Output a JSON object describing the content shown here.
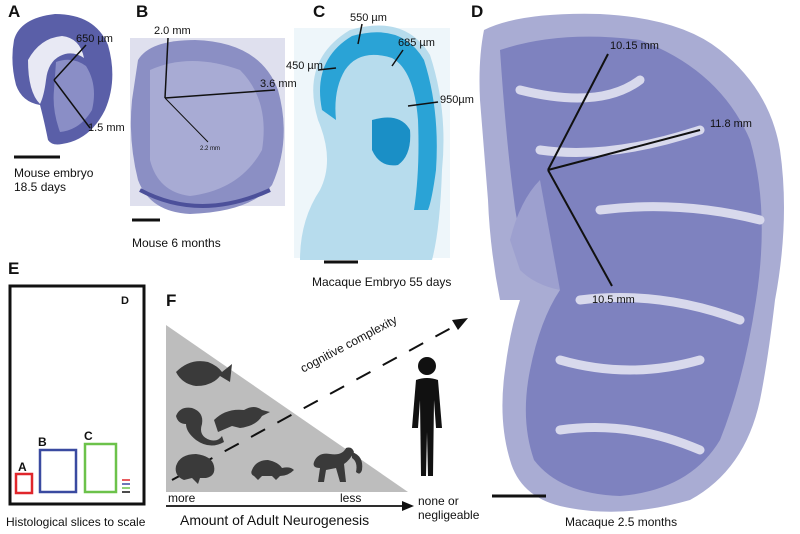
{
  "panels": {
    "A": {
      "label": "A",
      "caption_line1": "Mouse embryo",
      "caption_line2": "18.5 days",
      "measure_1": "650 µm",
      "measure_2": "1.5 mm"
    },
    "B": {
      "label": "B",
      "caption": "Mouse 6 months",
      "measure_1": "2.0 mm",
      "measure_2": "3.6 mm",
      "measure_3": "2.2 mm"
    },
    "C": {
      "label": "C",
      "caption": "Macaque Embryo 55 days",
      "measure_1": "550 µm",
      "measure_2": "685 µm",
      "measure_3": "450 µm",
      "measure_4": "950µm"
    },
    "D": {
      "label": "D",
      "caption": "Macaque 2.5 months",
      "measure_1": "10.15 mm",
      "measure_2": "11.8 mm",
      "measure_3": "10.5 mm"
    },
    "E": {
      "label": "E",
      "caption": "Histological slices to scale",
      "box_D": "D",
      "box_A": "A",
      "box_B": "B",
      "box_C": "C"
    },
    "F": {
      "label": "F",
      "arrow_text": "cognitive complexity",
      "axis_more": "more",
      "axis_less": "less",
      "axis_title": "Amount of Adult Neurogenesis",
      "axis_end_line1": "none or",
      "axis_end_line2": "negligeable"
    }
  },
  "colors": {
    "nissl": "#5a5fa8",
    "nissl_light": "#a9acd3",
    "alcian": "#2aa3d6",
    "alcian_light": "#b7dced",
    "box_A": "#e0262b",
    "box_B": "#3a4aa0",
    "box_C": "#6cc24a",
    "triangle": "#bdbdbd"
  }
}
